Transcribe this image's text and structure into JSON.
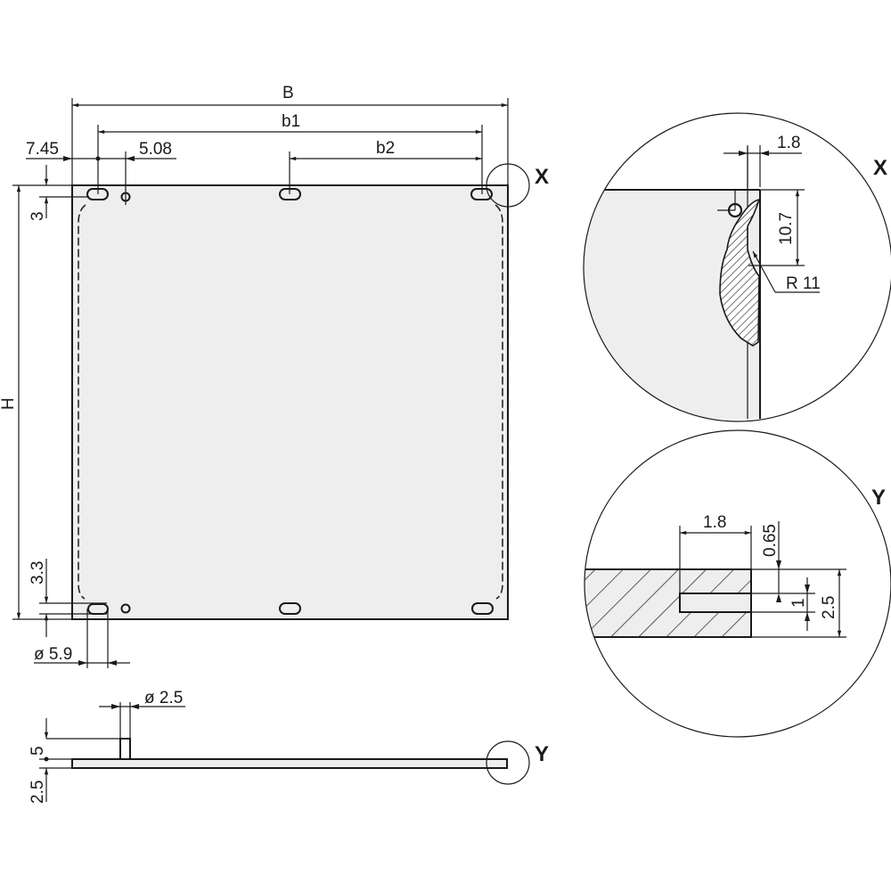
{
  "drawing": {
    "front_view": {
      "dim_B": "B",
      "dim_b1": "b1",
      "dim_b2": "b2",
      "dim_left_offset": "7.45",
      "dim_hole_offset": "5.08",
      "dim_top": "3",
      "dim_height": "H",
      "dim_bottom": "3.3",
      "dim_slot_dia": "ø 5.9",
      "detail_marker": "X"
    },
    "side_view": {
      "dim_pin_dia": "ø 2.5",
      "dim_pin_height": "5",
      "dim_thickness": "2.5",
      "detail_marker": "Y"
    },
    "detail_x": {
      "label": "X",
      "dim_width": "1.8",
      "dim_height": "10.7",
      "dim_radius": "R 11"
    },
    "detail_y": {
      "label": "Y",
      "dim_groove_depth": "1.8",
      "dim_groove_offset": "0.65",
      "dim_groove_width": "1",
      "dim_thickness": "2.5"
    }
  }
}
